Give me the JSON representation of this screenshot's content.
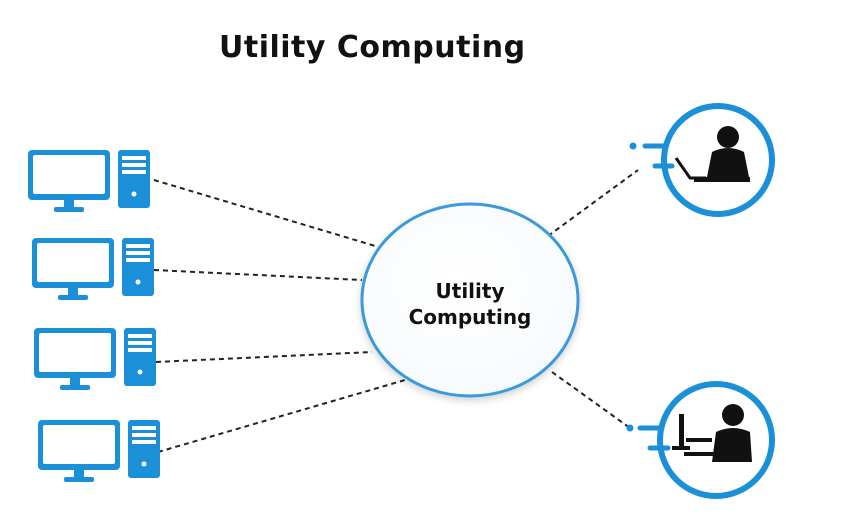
{
  "title": "Utility Computing",
  "hub": {
    "line1": "Utility",
    "line2": "Computing"
  },
  "colors": {
    "accent": "#1b8fd8",
    "hub_border": "#3a9ad9",
    "text": "#111111",
    "line": "#222222"
  },
  "nodes": {
    "computers": [
      {
        "icon": "desktop-computer-icon"
      },
      {
        "icon": "desktop-computer-icon"
      },
      {
        "icon": "desktop-computer-icon"
      },
      {
        "icon": "desktop-computer-icon"
      }
    ],
    "users": [
      {
        "icon": "user-laptop-icon"
      },
      {
        "icon": "user-desktop-icon"
      }
    ]
  }
}
